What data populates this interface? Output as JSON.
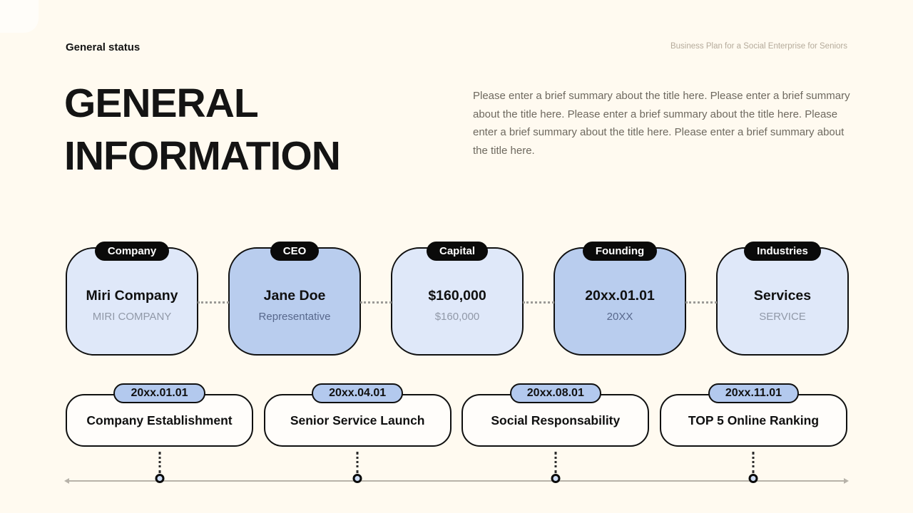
{
  "header": {
    "eyebrow": "General status",
    "right_caption": "Business Plan for a Social Enterprise for Seniors"
  },
  "title": {
    "line1": "GENERAL",
    "line2": "INFORMATION"
  },
  "summary": "Please enter a brief summary about the title here. Please enter a brief summary about the title here. Please enter a brief summary about the title here. Please enter a brief summary about the title here. Please enter a brief summary about the title here.",
  "info_cards": [
    {
      "tag": "Company",
      "value": "Miri Company",
      "sub": "MIRI COMPANY",
      "tone": "light"
    },
    {
      "tag": "CEO",
      "value": "Jane Doe",
      "sub": "Representative",
      "tone": "dark"
    },
    {
      "tag": "Capital",
      "value": "$160,000",
      "sub": "$160,000",
      "tone": "light"
    },
    {
      "tag": "Founding",
      "value": "20xx.01.01",
      "sub": "20XX",
      "tone": "dark"
    },
    {
      "tag": "Industries",
      "value": "Services",
      "sub": "SERVICE",
      "tone": "light"
    }
  ],
  "timeline": [
    {
      "date": "20xx.01.01",
      "label": "Company Establishment"
    },
    {
      "date": "20xx.04.01",
      "label": "Senior Service Launch"
    },
    {
      "date": "20xx.08.01",
      "label": "Social Responsability"
    },
    {
      "date": "20xx.11.01",
      "label": "TOP 5 Online Ranking"
    }
  ],
  "colors": {
    "background": "#fffaf0",
    "card_light": "#dfe8f9",
    "card_dark": "#b9cdee",
    "tag_black": "#0a0a0a",
    "timeline_pill_blue": "#b3c9ee",
    "axis_gray": "#b7b2a9",
    "caption_tan": "#b5ab9b"
  }
}
